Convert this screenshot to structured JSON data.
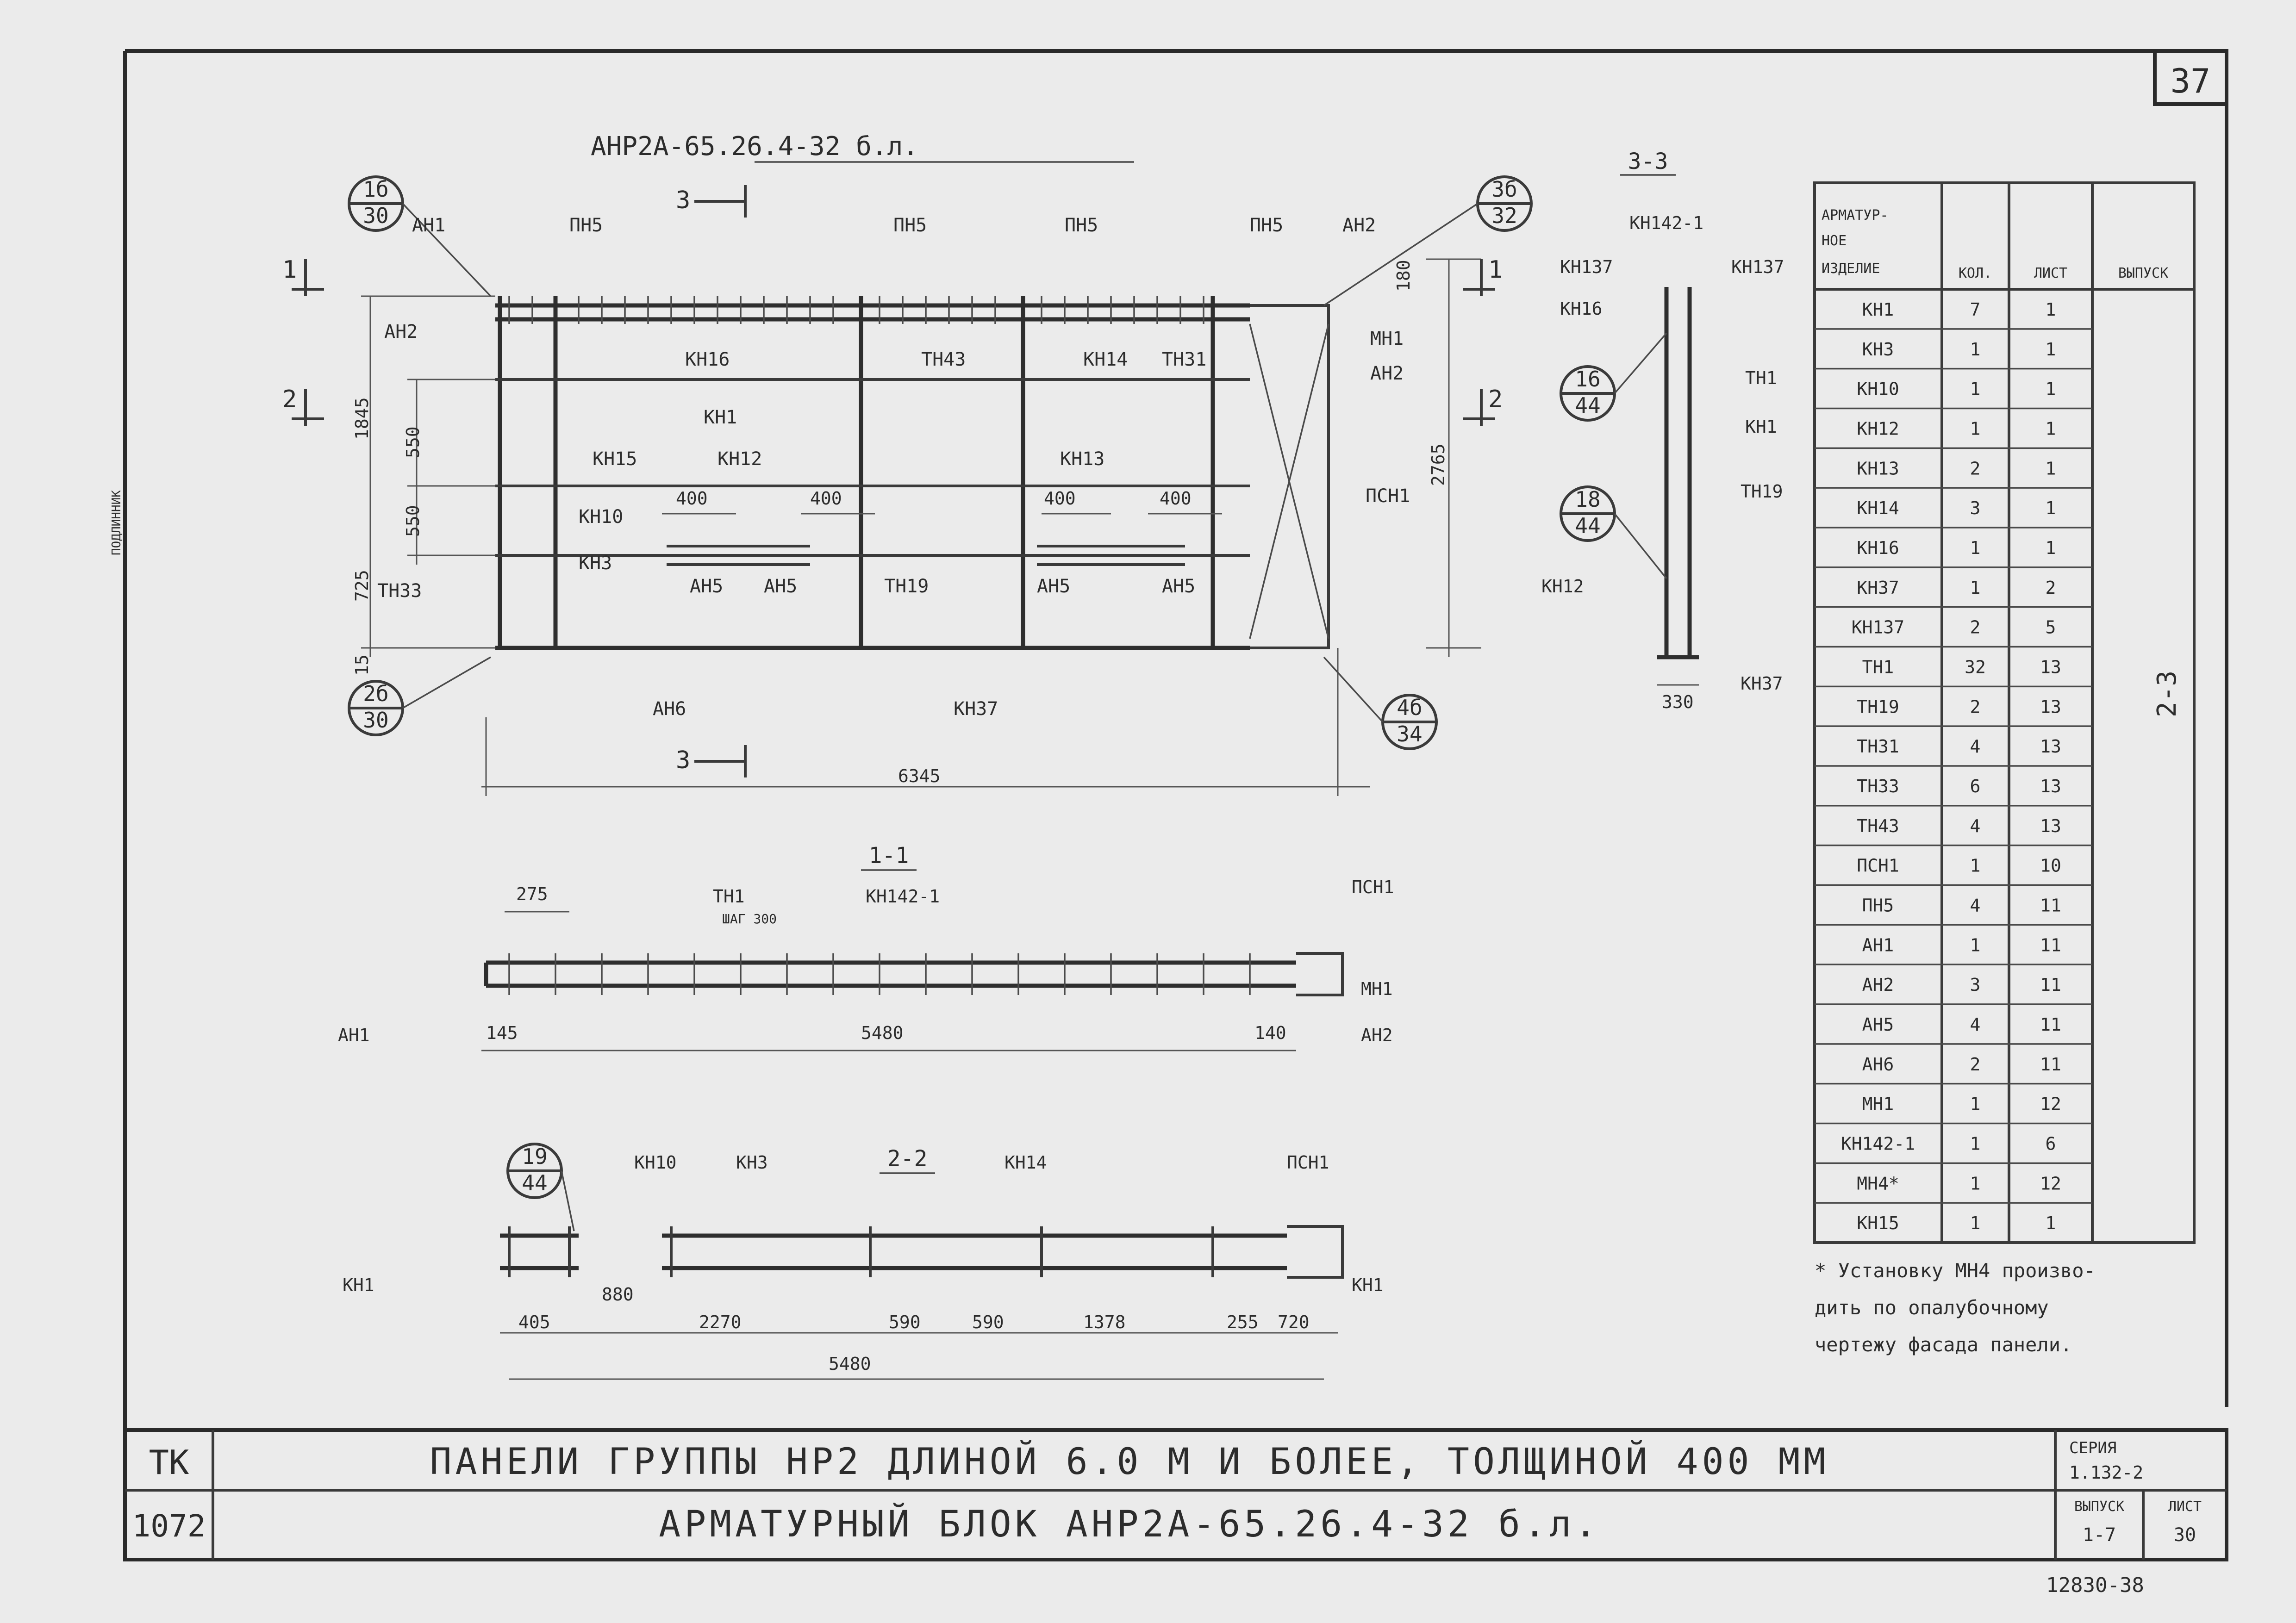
{
  "sheet_number": "37",
  "inventory_number": "12830-38",
  "main_view": {
    "title": "АНР2А-65.26.4-32 б.л.",
    "callouts": [
      {
        "top": "1б",
        "bottom": "30"
      },
      {
        "top": "2б",
        "bottom": "30"
      },
      {
        "top": "3б",
        "bottom": "32"
      },
      {
        "top": "4б",
        "bottom": "34"
      }
    ],
    "labels": [
      "АН1",
      "ПН5",
      "ПН5",
      "ПН5",
      "ПН5",
      "АН2",
      "АН2",
      "КН16",
      "ТН43",
      "КН14",
      "ТН31",
      "МН1",
      "АН2",
      "КН1",
      "КН15",
      "КН12",
      "КН13",
      "ПСН1",
      "КН10",
      "КН3",
      "АН5",
      "АН5",
      "ТН19",
      "АН5",
      "АН5",
      "ТН33",
      "АН6",
      "КН37"
    ],
    "dims": [
      "180",
      "1845",
      "550",
      "550",
      "725",
      "15",
      "400",
      "400",
      "400",
      "400",
      "2765",
      "6345"
    ],
    "section_marks": [
      "1",
      "1",
      "2",
      "2",
      "3",
      "3"
    ]
  },
  "section_3": {
    "title": "3-3",
    "callouts": [
      {
        "top": "16",
        "bottom": "44"
      },
      {
        "top": "18",
        "bottom": "44"
      }
    ],
    "labels": [
      "КН142-1",
      "КН137",
      "КН137",
      "КН16",
      "ТН1",
      "КН1",
      "ТН19",
      "КН12",
      "КН37"
    ],
    "dims": [
      "330"
    ]
  },
  "section_1": {
    "title": "1-1",
    "labels": [
      "ТН1",
      "ШАГ 300",
      "КН142-1",
      "ПСН1",
      "МН1",
      "АН2",
      "АН1"
    ],
    "dims": [
      "275",
      "145",
      "5480",
      "140"
    ]
  },
  "section_2": {
    "title": "2-2",
    "callouts": [
      {
        "top": "19",
        "bottom": "44"
      }
    ],
    "labels": [
      "КН10",
      "КН3",
      "КН14",
      "ПСН1",
      "КН1",
      "КН1"
    ],
    "dims": [
      "880",
      "405",
      "2270",
      "590",
      "590",
      "1378",
      "255",
      "720",
      "5480"
    ]
  },
  "spec_table": {
    "headers": [
      "АРМАТУР-\nНОЕ\nИЗДЕЛИЕ",
      "КОЛ.",
      "ЛИСТ",
      "ВЫПУСК"
    ],
    "release": "2-3",
    "rows": [
      [
        "КН1",
        "7",
        "1"
      ],
      [
        "КН3",
        "1",
        "1"
      ],
      [
        "КН10",
        "1",
        "1"
      ],
      [
        "КН12",
        "1",
        "1"
      ],
      [
        "КН13",
        "2",
        "1"
      ],
      [
        "КН14",
        "3",
        "1"
      ],
      [
        "КН16",
        "1",
        "1"
      ],
      [
        "КН37",
        "1",
        "2"
      ],
      [
        "КН137",
        "2",
        "5"
      ],
      [
        "ТН1",
        "32",
        "13"
      ],
      [
        "ТН19",
        "2",
        "13"
      ],
      [
        "ТН31",
        "4",
        "13"
      ],
      [
        "ТН33",
        "6",
        "13"
      ],
      [
        "ТН43",
        "4",
        "13"
      ],
      [
        "ПСН1",
        "1",
        "10"
      ],
      [
        "ПН5",
        "4",
        "11"
      ],
      [
        "АН1",
        "1",
        "11"
      ],
      [
        "АН2",
        "3",
        "11"
      ],
      [
        "АН5",
        "4",
        "11"
      ],
      [
        "АН6",
        "2",
        "11"
      ],
      [
        "МН1",
        "1",
        "12"
      ],
      [
        "КН142-1",
        "1",
        "6"
      ],
      [
        "МН4*",
        "1",
        "12"
      ],
      [
        "КН15",
        "1",
        "1"
      ]
    ]
  },
  "footnote": [
    "* Установку МН4 произво-",
    "дить по опалубочному",
    "чертежу фасада панели."
  ],
  "title_block": {
    "code_top": "ТК",
    "code_bottom": "1072",
    "line1": "ПАНЕЛИ ГРУППЫ НР2 ДЛИНОЙ 6.0 М И БОЛЕЕ, ТОЛЩИНОЙ 400 ММ",
    "line2": "АРМАТУРНЫЙ БЛОК АНР2А-65.26.4-32 б.л.",
    "series_label": "СЕРИЯ",
    "series_value": "1.132-2",
    "release_label": "ВЫПУСК",
    "release_value": "1-7",
    "sheet_label": "ЛИСТ",
    "sheet_value": "30"
  },
  "margin_stamp": "ПОДЛИННИК"
}
